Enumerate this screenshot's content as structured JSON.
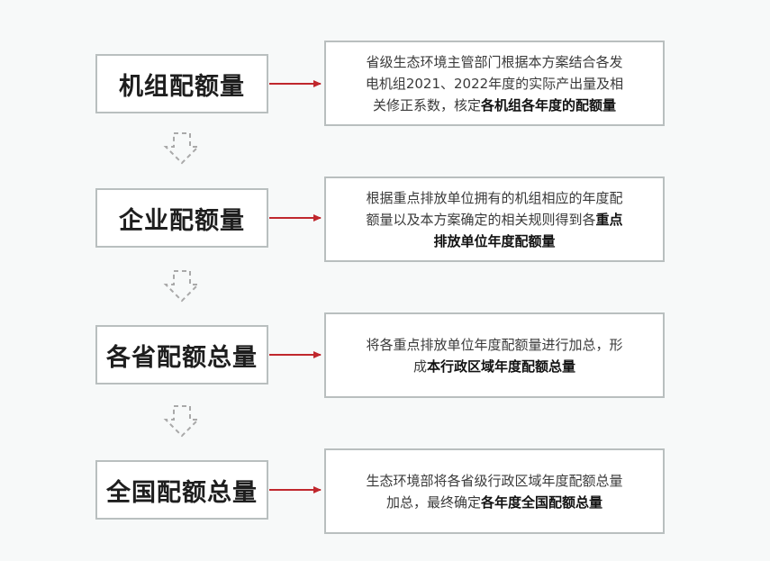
{
  "steps": [
    {
      "label": "机组配额量",
      "lines": [
        [
          {
            "text": "省级生态环境主管部门根据本方案结合各发"
          }
        ],
        [
          {
            "text": "电机组2021、2022年度的实际产出量及相"
          }
        ],
        [
          {
            "text": "关修正系数，核定"
          },
          {
            "text": "各机组各年度的配额量",
            "bold": true
          }
        ]
      ]
    },
    {
      "label": "企业配额量",
      "lines": [
        [
          {
            "text": "根据重点排放单位拥有的机组相应的年度配"
          }
        ],
        [
          {
            "text": "额量以及本方案确定的相关规则得到各"
          },
          {
            "text": "重点",
            "bold": true
          }
        ],
        [
          {
            "text": "排放单位年度配额量",
            "bold": true
          }
        ]
      ]
    },
    {
      "label": "各省配额总量",
      "lines": [
        [
          {
            "text": "将各重点排放单位年度配额量进行加总，形"
          }
        ],
        [
          {
            "text": "成"
          },
          {
            "text": "本行政区域年度配额总量",
            "bold": true
          }
        ]
      ]
    },
    {
      "label": "全国配额总量",
      "lines": [
        [
          {
            "text": "生态环境部将各省级行政区域年度配额总量"
          }
        ],
        [
          {
            "text": "加总，最终确定"
          },
          {
            "text": "各年度全国配额总量",
            "bold": true
          }
        ]
      ]
    }
  ],
  "colors": {
    "arrow": "#c0272d",
    "box_border": "#b9bfbf",
    "down_arrow": "#a9a9a9"
  }
}
